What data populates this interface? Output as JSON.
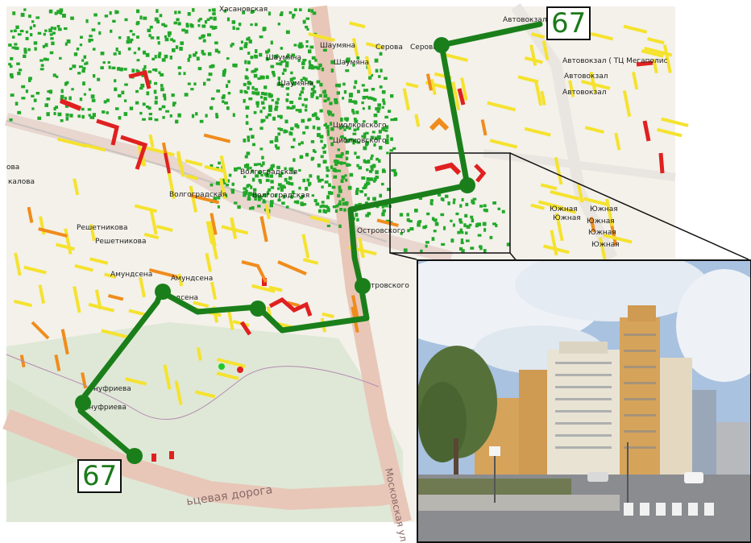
{
  "route": {
    "number_start": "67",
    "number_end": "67",
    "color": "#1a7f1a"
  },
  "map": {
    "colors": {
      "background": "#f3f1ea",
      "park": "#dfe8d6",
      "road": "#e8c7b8",
      "building_yellow": "#f5e22e",
      "building_green": "#22a82a",
      "building_red": "#e02020",
      "building_orange": "#f08c1c"
    },
    "labels": [
      "Хасановская",
      "Автовокзал",
      "Шаумяна",
      "Серова",
      "Серова",
      "Шаумяна",
      "Шаумяна",
      "Шаумяна",
      "Автовокзал ( ТЦ Мегаполис",
      "Автовокзал",
      "Автовокзал",
      "Циолковского",
      "Циолковского",
      "Волгоградская",
      "Волгоградская",
      "Волгоградская",
      "Южная",
      "Южная",
      "Южная",
      "Южная",
      "Южная",
      "Южная",
      "ова",
      "калова",
      "Решетникова",
      "Решетникова",
      "Островского",
      "Амундсена",
      "Амундсена",
      "ндсена",
      "тровского",
      "нуфриева",
      "нуфриева",
      "Московская ул",
      "ьцевая дорога"
    ]
  },
  "photo": {
    "description_colors": {
      "sky": "#a9c2e0",
      "cloud": "#eef2f6",
      "building_light": "#e9e3d4",
      "building_ochre": "#d6a35a",
      "road": "#8a8c90"
    }
  }
}
